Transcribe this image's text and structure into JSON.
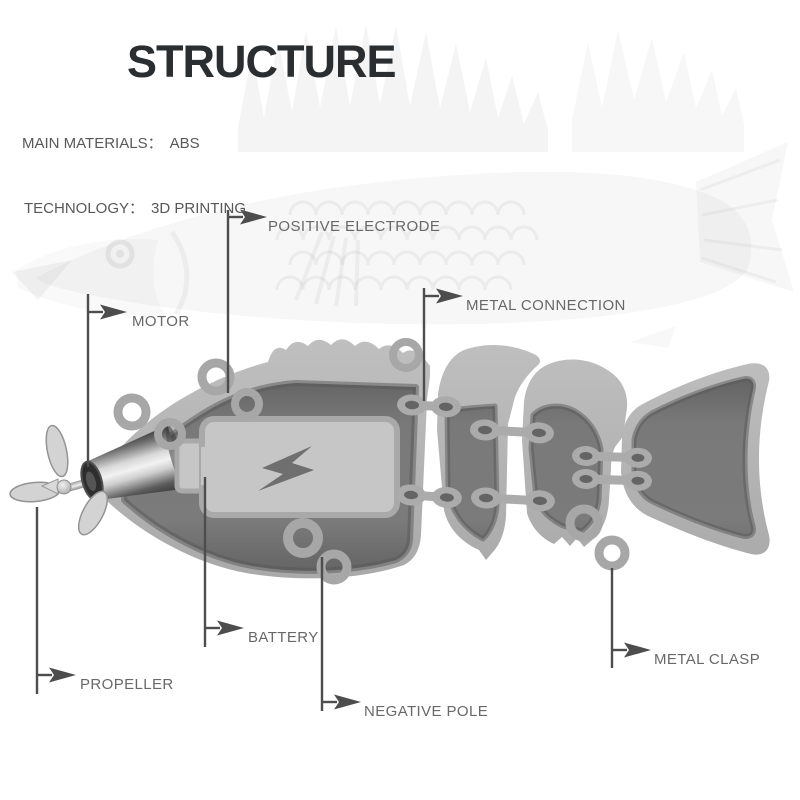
{
  "header": {
    "title": "STRUCTURE",
    "specs": [
      {
        "label": "MAIN MATERIALS：",
        "value": "ABS"
      },
      {
        "label": "TECHNOLOGY：",
        "value": "3D PRINTING"
      }
    ]
  },
  "callouts": [
    {
      "id": "positive-electrode",
      "label": "POSITIVE ELECTRODE"
    },
    {
      "id": "metal-connection",
      "label": "METAL CONNECTION"
    },
    {
      "id": "motor",
      "label": "MOTOR"
    },
    {
      "id": "battery",
      "label": "BATTERY"
    },
    {
      "id": "propeller",
      "label": "PROPELLER"
    },
    {
      "id": "negative-pole",
      "label": "NEGATIVE POLE"
    },
    {
      "id": "metal-clasp",
      "label": "METAL CLASP"
    }
  ],
  "diagram": {
    "subject": "segmented robotic fishing lure",
    "parts": [
      "propeller",
      "motor",
      "battery",
      "positive-electrode",
      "negative-pole",
      "head-segment",
      "body-segment-2",
      "body-segment-3",
      "tail-fin",
      "metal-connection-links",
      "metal-rings",
      "metal-clasp"
    ],
    "icons": {
      "battery_symbol": "lightning-bolt-icon",
      "callout_marker": "arrowhead-icon"
    }
  },
  "colors": {
    "background": "#ffffff",
    "title_text": "#2b2e31",
    "spec_text": "#57585a",
    "label_text": "#686868",
    "callout_line": "#4d4d4d",
    "shell_gray": "#b4b4b4",
    "interior_gray": "#777777",
    "battery_gray": "#c6c6c6",
    "metal_gray": "#a9a9a9",
    "bolt_gray": "#6f6f6f"
  }
}
